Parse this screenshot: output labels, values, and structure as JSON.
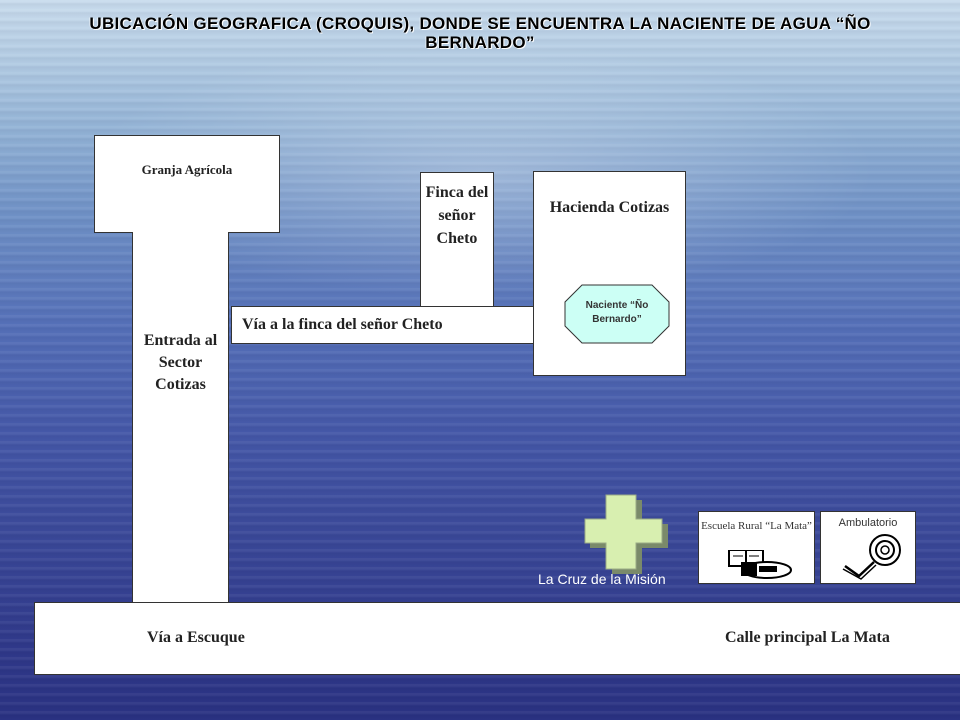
{
  "title": "UBICACIÓN GEOGRAFICA (CROQUIS), DONDE SE ENCUENTRA LA NACIENTE DE AGUA “ÑO BERNARDO”",
  "labels": {
    "granja": "Granja Agrícola",
    "entrada": "Entrada al Sector Cotizas",
    "via_cheto": "Vía a la finca del señor Cheto",
    "finca": "Finca del señor Cheto",
    "hacienda": "Hacienda Cotizas",
    "naciente": "Naciente “Ño Bernardo”",
    "via_escuque": "Vía a Escuque",
    "calle_mata": "Calle principal La Mata",
    "cruz": "La Cruz de la Misión",
    "escuela": "Escuela Rural “La Mata”",
    "ambulatorio": "Ambulatorio"
  },
  "colors": {
    "naciente_fill": "#ccfff5",
    "cross_fill": "#d8efb0",
    "background_top": "#c9dced",
    "background_bottom": "#2a3282"
  },
  "icons": [
    "cross-icon",
    "book-icon",
    "stethoscope-icon"
  ]
}
